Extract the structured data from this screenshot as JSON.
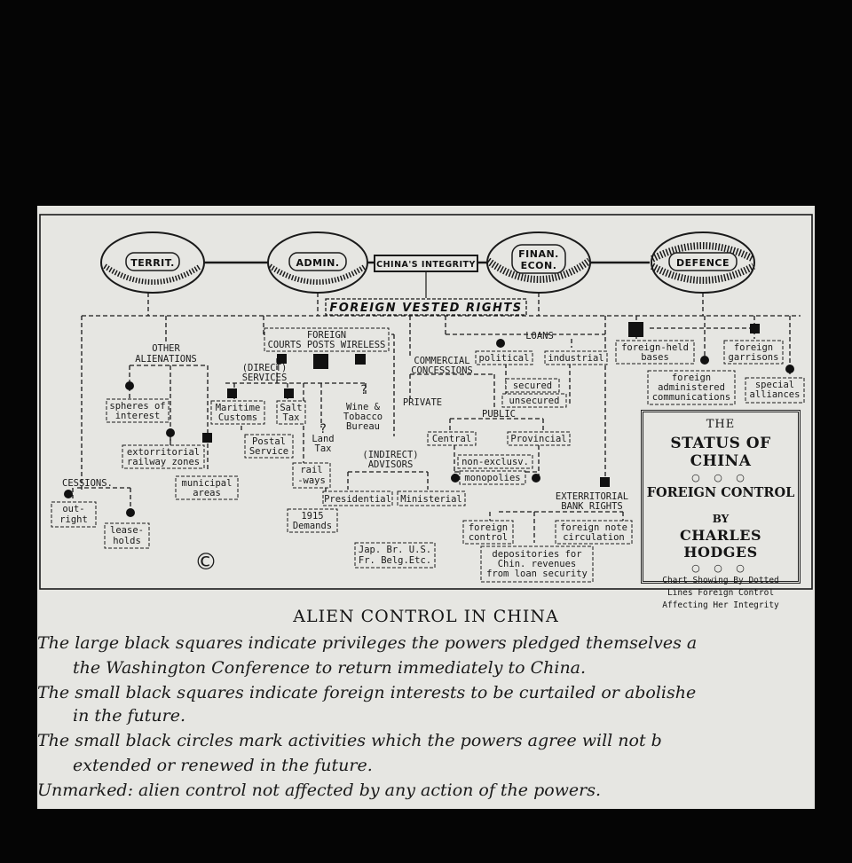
{
  "ovals": {
    "territ": "TERRIT.",
    "admin": "ADMIN.",
    "finan_1": "FINAN.",
    "finan_2": "ECON.",
    "defence": "DEFENCE"
  },
  "center_label": "CHINA'S INTEGRITY",
  "banner": "FOREIGN VESTED RIGHTS",
  "nodes": {
    "other_alienations_1": "OTHER",
    "other_alienations_2": "ALIENATIONS",
    "spheres_1": "spheres of",
    "spheres_2": "interest",
    "extraterritorial_1": "extorritorial",
    "extraterritorial_2": "railway zones",
    "municipal_1": "municipal",
    "municipal_2": "areas",
    "cessions": "CESSIONS.",
    "outright_1": "out-",
    "outright_2": "right",
    "leaseholds_1": "lease-",
    "leaseholds_2": "holds",
    "foreign_1": "FOREIGN",
    "foreign_2": "COURTS POSTS WIRELESS",
    "direct_1": "(DIRECT)",
    "direct_2": "SERVICES",
    "maritime_1": "Maritime",
    "maritime_2": "Customs",
    "salt_1": "Salt",
    "salt_2": "Tax",
    "wine_1": "Wine &",
    "wine_2": "Tobacco",
    "wine_3": "Bureau",
    "postal_1": "Postal",
    "postal_2": "Service",
    "land_1": "Land",
    "land_2": "Tax",
    "railways_1": "rail",
    "railways_2": "-ways",
    "demands_1": "1915",
    "demands_2": "Demands",
    "indirect_1": "(INDIRECT)",
    "indirect_2": "ADVISORS",
    "presidential": "Presidential",
    "ministerial": "Ministerial",
    "powers_1": "Jap. Br. U.S.",
    "powers_2": "Fr. Belg.Etc.",
    "commercial_1": "COMMERCIAL",
    "commercial_2": "CONCESSIONS",
    "private": "PRIVATE",
    "public": "PUBLIC",
    "central": "Central",
    "provincial": "Provincial",
    "nonexclusive": "non-exclusv.",
    "monopolies": "monopolies",
    "loans": "LOANS",
    "political": "political",
    "industrial": "industrial",
    "secured": "secured",
    "unsecured": "unsecured",
    "bank_1": "EXTERRITORIAL",
    "bank_2": "BANK RIGHTS",
    "foreign_control_1": "foreign",
    "foreign_control_2": "control",
    "note_1": "foreign note",
    "note_2": "circulation",
    "depositories_1": "depositories for",
    "depositories_2": "Chin. revenues",
    "depositories_3": "from loan security",
    "bases_1": "foreign-held",
    "bases_2": "bases",
    "garrisons_1": "foreign",
    "garrisons_2": "garrisons",
    "comms_1": "foreign",
    "comms_2": "administered",
    "comms_3": "communications",
    "alliances_1": "special",
    "alliances_2": "alliances",
    "question": "?",
    "copyright": "©"
  },
  "title_box": {
    "the": "THE",
    "status": "STATUS OF CHINA",
    "circles": "○ ○ ○",
    "control": "FOREIGN CONTROL",
    "by": "BY",
    "author": "CHARLES HODGES",
    "circles2": "○ ○ ○",
    "line1": "Chart Showing By Dotted",
    "line2": "Lines Foreign Control",
    "line3": "Affecting Her Integrity"
  },
  "caption": {
    "title": "ALIEN CONTROL IN CHINA",
    "l1a": "The large black squares indicate privileges the powers pledged themselves a",
    "l1b": "the Washington Conference to return immediately to China.",
    "l2a": "The small black squares indicate foreign interests to be curtailed or abolishe",
    "l2b": "in the future.",
    "l3a": "The small black circles mark activities which the powers agree will not b",
    "l3b": "extended or renewed in the future.",
    "l4": "Unmarked: alien control not affected by any action of the powers."
  },
  "colors": {
    "frame": "#050505",
    "paper": "#e6e6e2",
    "ink": "#1a1a1a"
  }
}
